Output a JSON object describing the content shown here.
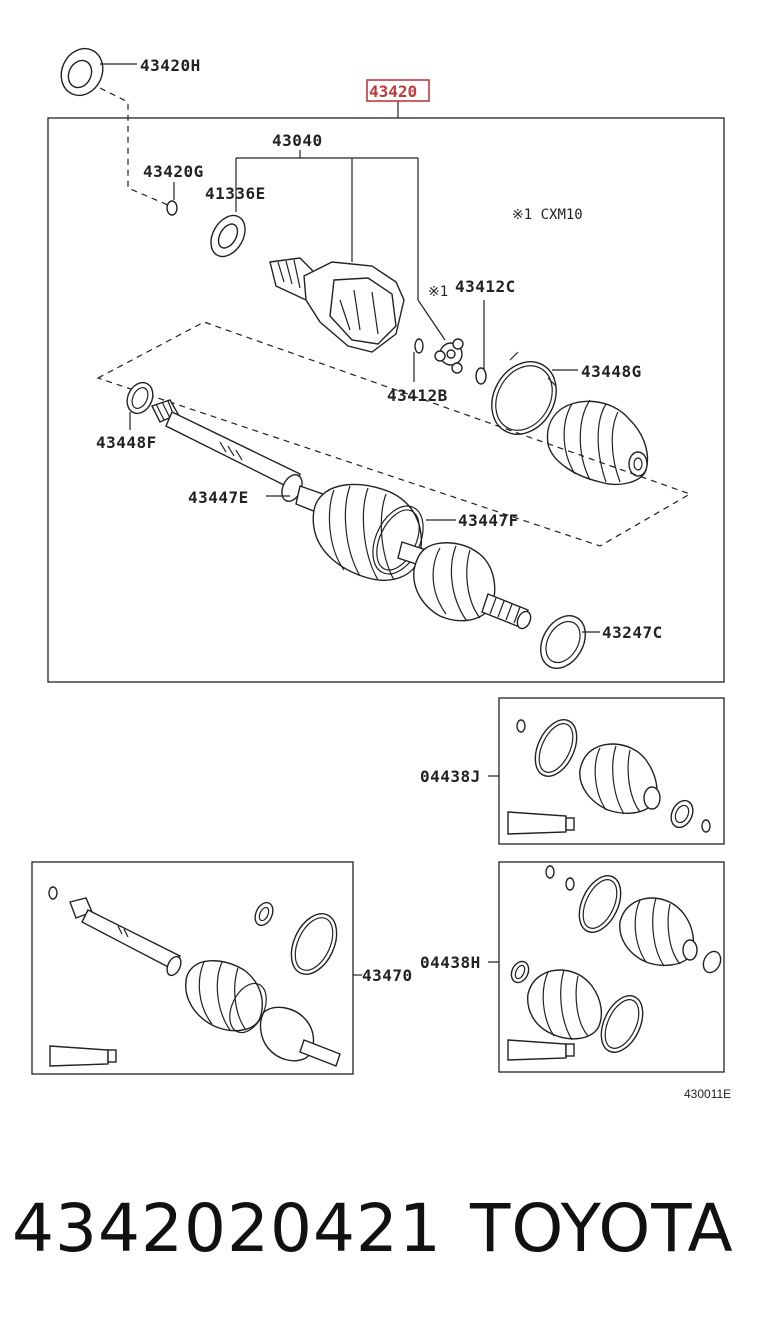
{
  "assembly": {
    "main_part": "43420",
    "labels": {
      "p43420H": "43420H",
      "p43040": "43040",
      "p43420G": "43420G",
      "p41336E": "41336E",
      "note": "※1 CXM10",
      "mark": "※1",
      "p43412C": "43412C",
      "p43412B": "43412B",
      "p43448G": "43448G",
      "p43448F": "43448F",
      "p43447E": "43447E",
      "p43447F": "43447F",
      "p43247C": "43247C"
    }
  },
  "kits": {
    "k04438J": "04438J",
    "k43470": "43470",
    "k04438H": "04438H"
  },
  "figure_code": "430011E",
  "footer": {
    "part_number": "4342020421",
    "brand": "TOYOTA"
  },
  "colors": {
    "highlight": "#c0393b",
    "line": "#222222"
  }
}
